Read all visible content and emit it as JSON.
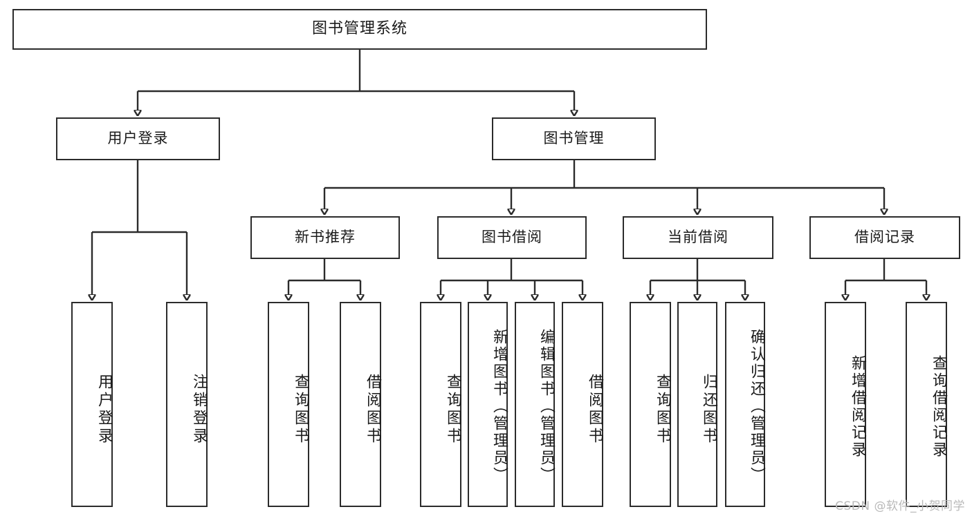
{
  "diagram": {
    "title": "图书管理系统",
    "type": "tree",
    "orientation": "top-down",
    "colors": {
      "box_border": "#2b2b2b",
      "box_fill": "#ffffff",
      "connector": "#2b2b2b",
      "text": "#1a1a1a",
      "watermark": "#b9b9b9",
      "background": "#ffffff"
    }
  },
  "root": {
    "label": "图书管理系统"
  },
  "level2": [
    {
      "id": "user-login",
      "label": "用户登录"
    },
    {
      "id": "book-management",
      "label": "图书管理"
    }
  ],
  "level3": [
    {
      "id": "new-book-recommend",
      "label": "新书推荐",
      "parent": "book-management"
    },
    {
      "id": "book-borrow",
      "label": "图书借阅",
      "parent": "book-management"
    },
    {
      "id": "current-borrow",
      "label": "当前借阅",
      "parent": "book-management"
    },
    {
      "id": "borrow-record",
      "label": "借阅记录",
      "parent": "book-management"
    }
  ],
  "leaves": {
    "user_login": [
      {
        "id": "leaf-user-login",
        "label": "用户登录"
      },
      {
        "id": "leaf-logout-login",
        "label": "注销登录"
      }
    ],
    "new_book_recommend": [
      {
        "id": "leaf-query-book-1",
        "label": "查询图书"
      },
      {
        "id": "leaf-borrow-book-1",
        "label": "借阅图书"
      }
    ],
    "book_borrow": [
      {
        "id": "leaf-query-book-2",
        "label": "查询图书"
      },
      {
        "id": "leaf-add-book",
        "label": "新增图书（管理员）"
      },
      {
        "id": "leaf-edit-book",
        "label": "编辑图书（管理员）"
      },
      {
        "id": "leaf-borrow-book-2",
        "label": "借阅图书"
      }
    ],
    "current_borrow": [
      {
        "id": "leaf-query-book-3",
        "label": "查询图书"
      },
      {
        "id": "leaf-return-book",
        "label": "归还图书"
      },
      {
        "id": "leaf-confirm-return",
        "label": "确认归还（管理员）"
      }
    ],
    "borrow_record": [
      {
        "id": "leaf-add-borrow-record",
        "label": "新增借阅记录"
      },
      {
        "id": "leaf-query-borrow-record",
        "label": "查询借阅记录"
      }
    ]
  },
  "watermark": {
    "text": "CSDN @软件_小贺同学"
  }
}
